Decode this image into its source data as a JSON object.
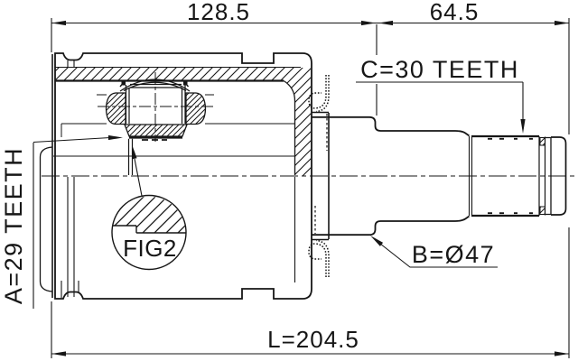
{
  "drawing": {
    "dimensions": {
      "top_left": "128.5",
      "top_right": "64.5",
      "overall_length": "L=204.5"
    },
    "labels": {
      "spline_c": "C=30 TEETH",
      "spline_a": "A=29 TEETH",
      "diameter_b": "B=Ø47",
      "detail_callout": "FIG2"
    },
    "colors": {
      "line": "#161616",
      "background": "#ffffff"
    }
  }
}
